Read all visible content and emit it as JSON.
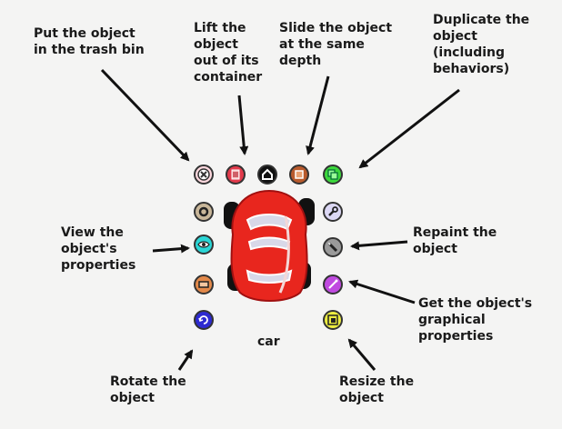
{
  "labels": {
    "trash": "Put the object\nin the trash bin",
    "lift": "Lift the\nobject\nout of its\ncontainer",
    "slide": "Slide the object\nat the same\ndepth",
    "duplicate": "Duplicate the\nobject\n(including\nbehaviors)",
    "view": "View the\nobject's\nproperties",
    "repaint": "Repaint the\nobject",
    "graphical": "Get the object's\ngraphical\nproperties",
    "rotate": "Rotate the\nobject",
    "resize": "Resize the\nobject"
  },
  "object_name": "car",
  "handles": [
    {
      "name": "trash-handle",
      "icon": "x-icon",
      "color": "#ffd9df"
    },
    {
      "name": "lift-handle",
      "icon": "list-icon",
      "color": "#e23a4b"
    },
    {
      "name": "slide-handle",
      "icon": "house-icon",
      "color": "#111111"
    },
    {
      "name": "slide-depth-handle",
      "icon": "square-icon",
      "color": "#b85a2c"
    },
    {
      "name": "duplicate-handle",
      "icon": "copy-icon",
      "color": "#3cd83c"
    },
    {
      "name": "menu-handle",
      "icon": "ring-icon",
      "color": "#c9b79a"
    },
    {
      "name": "debug-handle",
      "icon": "wrench-icon",
      "color": "#dcd8f5"
    },
    {
      "name": "view-handle",
      "icon": "eye-icon",
      "color": "#2ad6d6"
    },
    {
      "name": "repaint-handle",
      "icon": "brush-icon",
      "color": "#9a9a9a"
    },
    {
      "name": "collapse-handle",
      "icon": "rect-icon",
      "color": "#e3894a"
    },
    {
      "name": "graphical-handle",
      "icon": "pen-icon",
      "color": "#c04ae0"
    },
    {
      "name": "rotate-handle",
      "icon": "rotate-icon",
      "color": "#2d2ad0"
    },
    {
      "name": "resize-handle",
      "icon": "resize-icon",
      "color": "#ecec40"
    }
  ]
}
